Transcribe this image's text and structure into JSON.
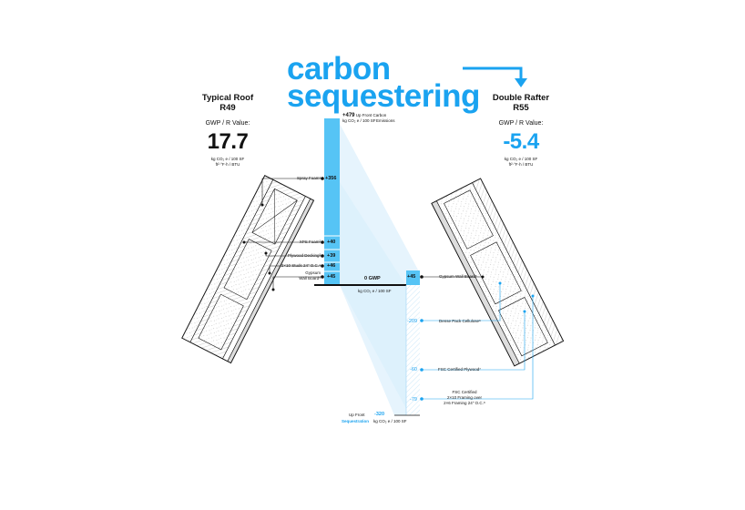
{
  "title": {
    "line1": "carbon",
    "line2": "sequestering"
  },
  "left": {
    "name": "Typical Roof",
    "rating": "R49",
    "label": "GWP / R Value:",
    "value": "17.7",
    "units_line1": "kg CO₂ e / 100 SF",
    "units_line2": "ft²·°F·h / BTU"
  },
  "right": {
    "name": "Double Rafter",
    "rating": "R55",
    "label": "GWP / R Value:",
    "value": "-5.4",
    "units_line1": "kg CO₂ e / 100 SF",
    "units_line2": "ft²·°F·h / BTU"
  },
  "emissions": {
    "total": "+479",
    "total_label_line1": "Up Front Carbon",
    "total_label_line2": "Emissions",
    "total_units": "kg CO₂ e / 100 SF",
    "bars": [
      {
        "value": "+356",
        "material": "Spray Foam¹"
      },
      {
        "value": "+40",
        "material": "XPS Foam²"
      },
      {
        "value": "+39",
        "material": "Plywood Decking³"
      },
      {
        "value": "+46",
        "material": "2×10 Studs 24\" O.C.⁴"
      },
      {
        "value": "+45",
        "material_line1": "Gypsum",
        "material_line2": "Wall Board⁵"
      }
    ]
  },
  "zero": {
    "label": "0 GWP",
    "units": "kg CO₂ e / 100 SF"
  },
  "sequestration": {
    "gypsum": {
      "value": "+45",
      "material": "Gypsum Wall Board⁵"
    },
    "items": [
      {
        "value": "-209",
        "material": "Dense Pack Cellulose⁶"
      },
      {
        "value": "-60",
        "material": "FSC Certified Plywood⁷"
      },
      {
        "value": "-79",
        "material_line1": "FSC Certified",
        "material_line2": "2×10 Framing over",
        "material_line3": "2×6 Framing 24\" O.C.⁸"
      }
    ],
    "total_label_line1": "Up Front",
    "total_value": "-320",
    "total_label_line2": "Sequestration",
    "total_units": "kg CO₂ e / 100 SF"
  },
  "colors": {
    "accent": "#1aa3f0",
    "bar": "#56c4f5",
    "fan": "#d9effc",
    "ink": "#111111"
  }
}
